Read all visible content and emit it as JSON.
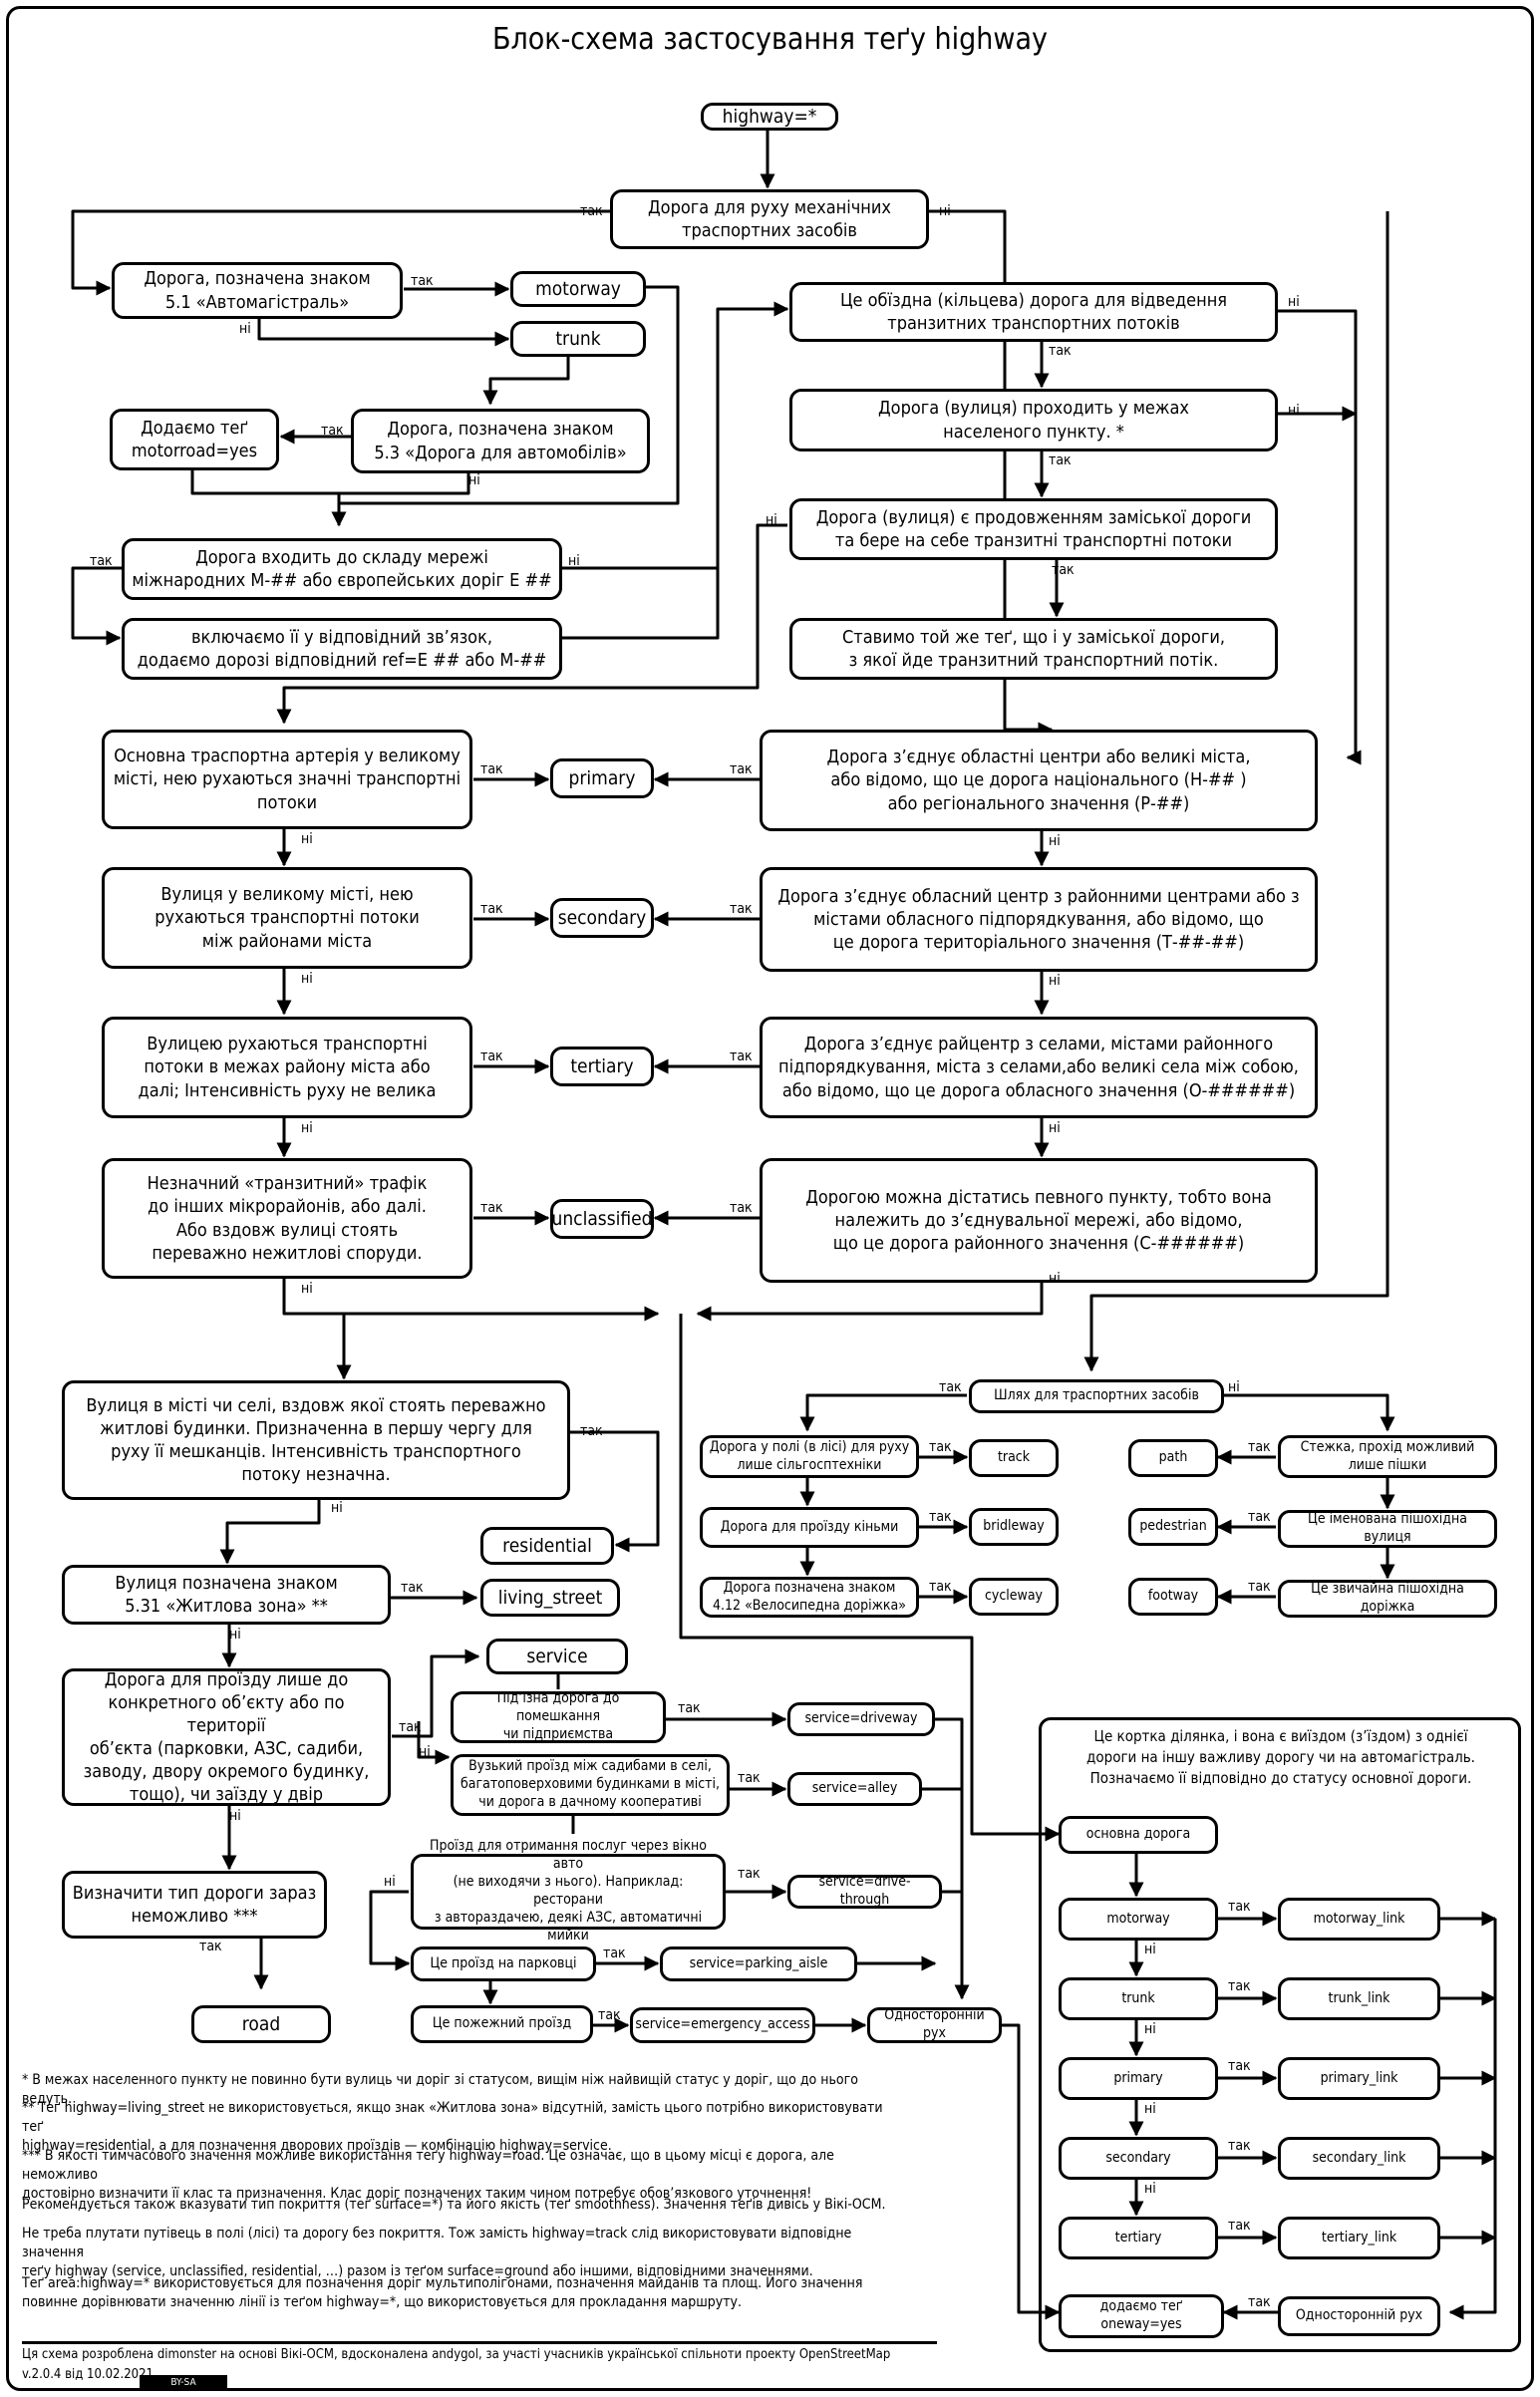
{
  "title": "Блок-схема застосування теґу highway",
  "nodes": {
    "start": "highway=*",
    "motor": "Дорога для руху механічних\nтраспортних засобів",
    "sign51": "Дорога, позначена знаком\n5.1 «Автомагістраль»",
    "motorway": "motorway",
    "trunk": "trunk",
    "sign53": "Дорога, позначена знаком\n5.3 «Дорога для автомобілів»",
    "motorroad": "Додаємо теґ\nmotorroad=yes",
    "intl": "Дорога входить до складу мережі\nміжнародних М-## або європейських доріг Е ##",
    "relation": "включаємо її у відповідний зв’язок,\nдодаємо дорозі відповідний ref=E ## або M-##",
    "bypass": "Це обїздна (кільцева) дорога для відведення\nтранзитних транспортних потоків",
    "settlement": "Дорога (вулиця) проходить у межах\nнаселеного пункту. *",
    "continuation": "Дорога (вулиця) є продовженням заміської дороги\nта бере на себе транзитні транспортні потоки",
    "sametag": "Ставимо той же теґ, що і у заміської дороги,\nз якої йде транзитний транспортний потік.",
    "artery": "Основна траспортна артерія у великому\nмісті, нею рухаються значні транспортні\nпотоки",
    "primary": "primary",
    "regional": "Дорога з’єднує областні центри або великі міста,\nабо відомо, що це дорога національного (Н-## )\nабо регіонального значення (Р-##)",
    "bigcity": "Вулиця у великому місті, нею\nрухаються транспортні потоки\nміж районами міста",
    "secondary": "secondary",
    "territorial": "Дорога з’єднує обласний центр з районними центрами або з\nмістами обласного підпорядкування, або відомо, що\nце дорога територіального значення (Т-##-##)",
    "district": "Вулицею рухаються транспортні\nпотоки в межах району міста або\nдалі; Інтенсивність руху не велика",
    "tertiary": "tertiary",
    "oblast": "Дорога з’єднує райцентр з селами, містами районного\nпідпорядкування, міста з селами,або великі села між собою,\nабо відомо, що це дорога обласного значення (О-######)",
    "minor": "Незначний «транзитний» трафік\nдо інших мікрорайонів, або далі.\nАбо вздовж вулиці стоять\nпереважно нежитлові споруди.",
    "unclassified": "unclassified",
    "rayon": "Дорогою можна дістатись певного пункту, тобто вона\nналежить до з’єднувальної мережі, або відомо,\nщо це дорога районного значення (С-######)",
    "housing": "Вулиця в місті чи селі, вздовж якої стоять переважно\nжитлові будинки. Призначенна в першу чергу для\nруху її мешканців. Інтенсивність транспортного\nпотоку незначна.",
    "residential": "residential",
    "sign531": "Вулиця позначена знаком\n5.31 «Житлова зона» **",
    "living_street": "living_street",
    "access": "Дорога для проїзду лише до\nконкретного об’єкту або по території\nоб’єкта (парковки, АЗС, садиби,\nзаводу, двору окремого будинку,\nтощо), чи заїзду у двір",
    "unknown": "Визначити тип дороги зараз\nнеможливо ***",
    "road": "road",
    "service": "service",
    "driveway_q": "Під’їзна дорога до помешкання\nчи підприємства",
    "driveway": "service=driveway",
    "alley_q": "Вузький проїзд між садибами в селі,\nбагатоповерховими будинками в місті,\nчи дорога в дачному кооперативі",
    "alley": "service=alley",
    "drive_q": "Проїзд для отримання послуг через вікно авто\n(не виходячи з нього). Наприклад: ресторани\nз автораздачею, деякі АЗС, автоматичні мийки",
    "drive": "service=drive-through",
    "parking_q": "Це проїзд на парковці",
    "parking": "service=parking_aisle",
    "fire_q": "Це пожежний проїзд",
    "emergency": "service=emergency_access",
    "oneway_mid": "Односторонній рух",
    "vehicles": "Шлях для траспортних засобів",
    "agri": "Дорога у полі (в лісі) для руху\nлише сільгосптехніки",
    "track": "track",
    "horse": "Дорога для проїзду кіньми",
    "bridleway": "bridleway",
    "cycle_q": "Дорога позначена знаком\n4.12 «Велосипедна доріжка»",
    "cycleway": "cycleway",
    "path_q": "Стежка, прохід можливий\nлише пішки",
    "path": "path",
    "ped_q": "Це іменована пішохідна вулиця",
    "pedestrian": "pedestrian",
    "foot_q": "Це звичайна пішохідна доріжка",
    "footway": "footway",
    "link_intro": "Це кортка ділянка, і вона є виїздом (з’їздом) з однієї\nдороги на іншу важливу дорогу чи на автомагістраль.\nПозначаємо її відповідно до статусу основної дороги.",
    "main_road": "основна дорога",
    "l_motorway": "motorway",
    "l_motorway_link": "motorway_link",
    "l_trunk": "trunk",
    "l_trunk_link": "trunk_link",
    "l_primary": "primary",
    "l_primary_link": "primary_link",
    "l_secondary": "secondary",
    "l_secondary_link": "secondary_link",
    "l_tertiary": "tertiary",
    "l_tertiary_link": "tertiary_link",
    "oneway_yes": "додаємо теґ\noneway=yes",
    "oneway_side": "Односторонній рух"
  },
  "labels": {
    "yes": "так",
    "no": "ні"
  },
  "notes": [
    "* В межах населенного пункту не повинно бути вулиць чи доріг зі статусом, вищім ніж найвищій статус у доріг, що до нього ведуть.",
    "** Теґ highway=living_street не використовується, якщо знак «Житлова зона» відсутній, замість цього потрібно використовувати теґ\nhighway=residential, а для позначення дворових проїздів — комбінацію highway=service.",
    "*** В якості тимчасового значення можливе використання теґу highway=road. Це означає, що в цьому місці є дорога, але неможливо\nдостовірно визначити її клас та призначення. Клас доріг позначених таким чином потребує обов’язкового уточнення!",
    "Рекомендується також вказувати тип покриття (теґ surface=*) та його якість (теґ smoothness). Значення теґів дивісь у Вікі-OCM.",
    "Не треба плутати путівець в полі (лісі) та дорогу без покриття. Тож замість highway=track слід використовувати відповідне значення\nтеґу highway (service, unclassified, residential, …) разом із теґом surface=ground або іншими, відповідними значеннями.",
    "Теґ area:highway=* використовується для позначення доріг мультиполігонами, позначення майданів та площ. Його значення\nповинне дорівнювати значенню лінії із теґом highway=*, що використовується для прокладання маршруту."
  ],
  "credit": "Ця схема розроблена dimonster на основі Вікі-OCM, вдосконалена andygol, за участі учасників української спільноти проекту OpenStreetMap",
  "version": "v.2.0.4 від 10.02.2021",
  "license": "BY-SA"
}
